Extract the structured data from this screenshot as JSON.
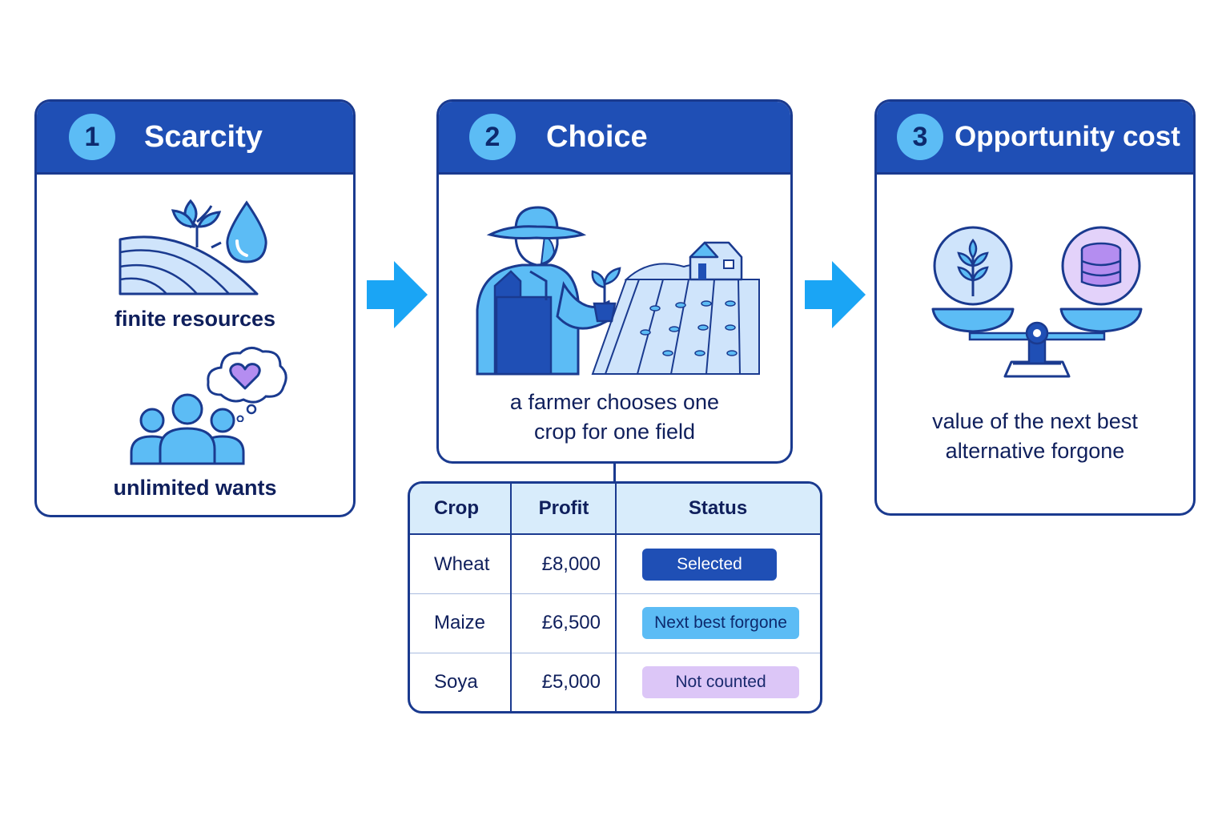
{
  "panels": [
    {
      "number": "1",
      "title": "Scarcity",
      "captions": [
        "finite resources",
        "unlimited wants"
      ]
    },
    {
      "number": "2",
      "title": "Choice",
      "caption": [
        "a farmer chooses one",
        "crop for one field"
      ]
    },
    {
      "number": "3",
      "title": "Opportunity cost",
      "caption": [
        "value of the next best",
        "alternative forgone"
      ]
    }
  ],
  "table": {
    "headers": [
      "Crop",
      "Profit",
      "Status"
    ],
    "rows": [
      {
        "crop": "Wheat",
        "profit": "£8,000",
        "status": "Selected"
      },
      {
        "crop": "Maize",
        "profit": "£6,500",
        "status": "Next best forgone"
      },
      {
        "crop": "Soya",
        "profit": "£5,000",
        "status": "Not counted"
      }
    ]
  },
  "colors": {
    "header_blue": "#1f4fb5",
    "border_navy": "#1a3a8f",
    "accent_sky": "#5cbcf5",
    "accent_lavender": "#dcc6f7",
    "arrow": "#1aa5f5"
  },
  "icons": [
    "field-plant-icon",
    "water-drop-icon",
    "people-group-icon",
    "heart-thought-bubble-icon",
    "farmer-illustration",
    "wheat-coin-scale-icon",
    "flow-arrow-icon"
  ]
}
